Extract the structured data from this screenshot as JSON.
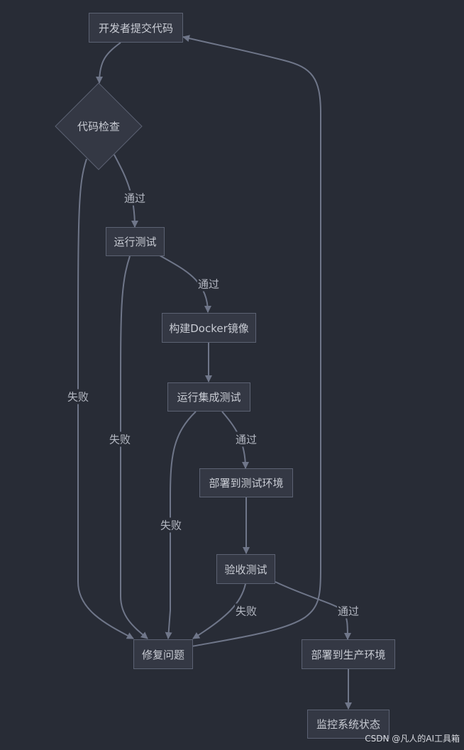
{
  "nodes": {
    "submit": "开发者提交代码",
    "code_check": "代码检查",
    "run_tests": "运行测试",
    "build_docker": "构建Docker镜像",
    "integration_tests": "运行集成测试",
    "deploy_test_env": "部署到测试环境",
    "acceptance_tests": "验收测试",
    "fix_issue": "修复问题",
    "deploy_prod_env": "部署到生产环境",
    "monitor_status": "监控系统状态"
  },
  "edge_labels": {
    "check_pass": "通过",
    "check_fail": "失败",
    "tests_pass": "通过",
    "tests_fail": "失败",
    "integration_pass": "通过",
    "integration_fail": "失败",
    "acceptance_fail": "失败",
    "acceptance_pass": "通过"
  },
  "watermark": "CSDN @凡人的AI工具箱",
  "colors": {
    "background": "#282c36",
    "node_fill": "#343844",
    "node_border": "#5c6273",
    "edge": "#6f7689",
    "text": "#c9ccd4"
  }
}
